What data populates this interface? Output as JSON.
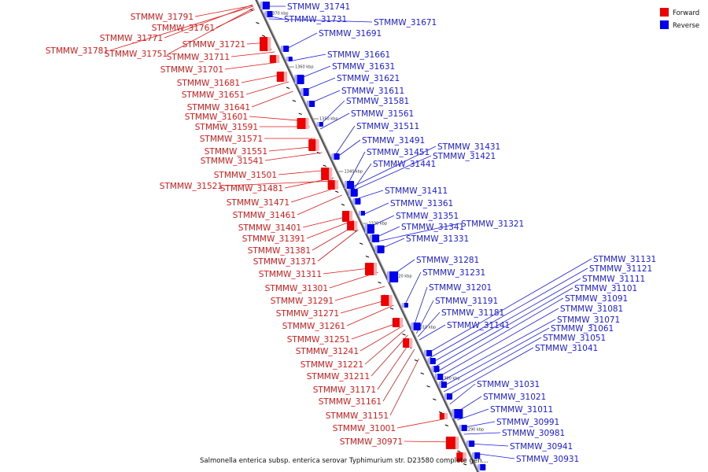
{
  "caption": "Salmonella enterica subsp. enterica serovar Typhimurium str. D23580 complete gen...",
  "legend": [
    {
      "label": "Forward",
      "color": "#ee0000"
    },
    {
      "label": "Reverse",
      "color": "#0000ee"
    }
  ],
  "colors": {
    "forward": "#ee0000",
    "reverse": "#0000ee",
    "forward_label": "#e01818",
    "reverse_label": "#1a1ae8",
    "axis": "#888888"
  },
  "scale_ticks": [
    "1370 kbp",
    "1360 kbp",
    "1350 kbp",
    "1340 kbp",
    "1330 kbp",
    "1320 kbp",
    "1310 kbp",
    "1300 kbp",
    "1290 kbp"
  ],
  "forward_genes": [
    "STMMW_31791",
    "STMMW_31761",
    "STMMW_31771",
    "STMMW_31781",
    "STMMW_31751",
    "STMMW_31721",
    "STMMW_31711",
    "STMMW_31701",
    "STMMW_31681",
    "STMMW_31651",
    "STMMW_31641",
    "STMMW_31601",
    "STMMW_31591",
    "STMMW_31571",
    "STMMW_31551",
    "STMMW_31541",
    "STMMW_31501",
    "STMMW_31521",
    "STMMW_31481",
    "STMMW_31471",
    "STMMW_31461",
    "STMMW_31401",
    "STMMW_31391",
    "STMMW_31381",
    "STMMW_31371",
    "STMMW_31311",
    "STMMW_31301",
    "STMMW_31291",
    "STMMW_31271",
    "STMMW_31261",
    "STMMW_31251",
    "STMMW_31241",
    "STMMW_31221",
    "STMMW_31211",
    "STMMW_31171",
    "STMMW_31161",
    "STMMW_31151",
    "STMMW_31001",
    "STMMW_30971"
  ],
  "reverse_genes": [
    "STMMW_31741",
    "STMMW_31731",
    "STMMW_31671",
    "STMMW_31691",
    "STMMW_31661",
    "STMMW_31631",
    "STMMW_31621",
    "STMMW_31611",
    "STMMW_31581",
    "STMMW_31561",
    "STMMW_31511",
    "STMMW_31491",
    "STMMW_31451",
    "STMMW_31431",
    "STMMW_31421",
    "STMMW_31441",
    "STMMW_31411",
    "STMMW_31361",
    "STMMW_31351",
    "STMMW_31341",
    "STMMW_31321",
    "STMMW_31331",
    "STMMW_31281",
    "STMMW_31231",
    "STMMW_31201",
    "STMMW_31191",
    "STMMW_31181",
    "STMMW_31141",
    "STMMW_31131",
    "STMMW_31121",
    "STMMW_31111",
    "STMMW_31101",
    "STMMW_31091",
    "STMMW_31081",
    "STMMW_31071",
    "STMMW_31061",
    "STMMW_31051",
    "STMMW_31041",
    "STMMW_31031",
    "STMMW_31021",
    "STMMW_31011",
    "STMMW_30991",
    "STMMW_30981",
    "STMMW_30941",
    "STMMW_30931"
  ]
}
